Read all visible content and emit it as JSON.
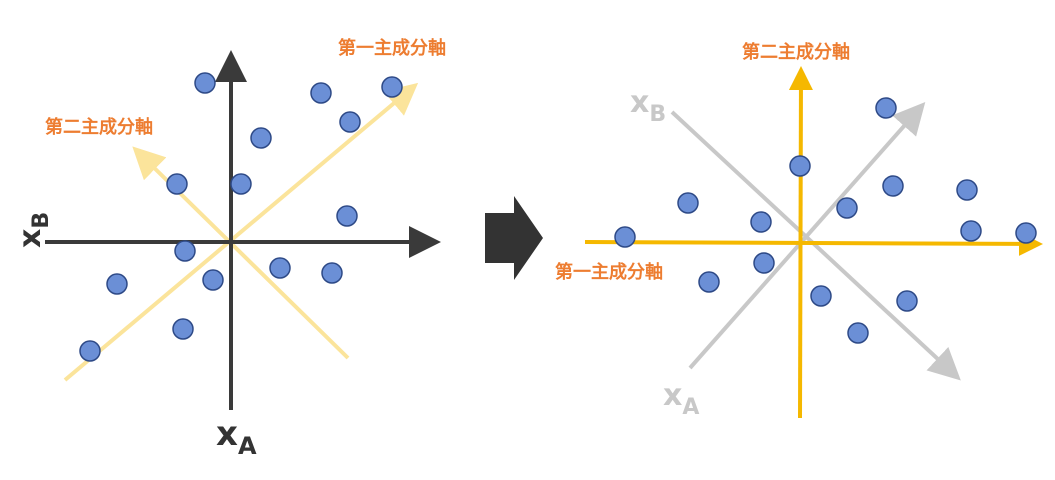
{
  "left_panel": {
    "pc1_label": "第一主成分軸",
    "pc2_label": "第二主成分軸",
    "xB_main": "x",
    "xB_sub": "B",
    "xA_main": "x",
    "xA_sub": "A"
  },
  "right_panel": {
    "pc1_label": "第一主成分軸",
    "pc2_label": "第二主成分軸",
    "xB_main": "x",
    "xB_sub": "B",
    "xA_main": "x",
    "xA_sub": "A"
  },
  "colors": {
    "axis_dark": "#3a3a3a",
    "pc_light": "#fbe49b",
    "pc_strong": "#f5b800",
    "old_axis_gray": "#c8c8c8",
    "label_orange": "#ed7d31",
    "point_fill": "#6b8fd6",
    "point_stroke": "#2e4a87",
    "transform_arrow": "#333333"
  }
}
